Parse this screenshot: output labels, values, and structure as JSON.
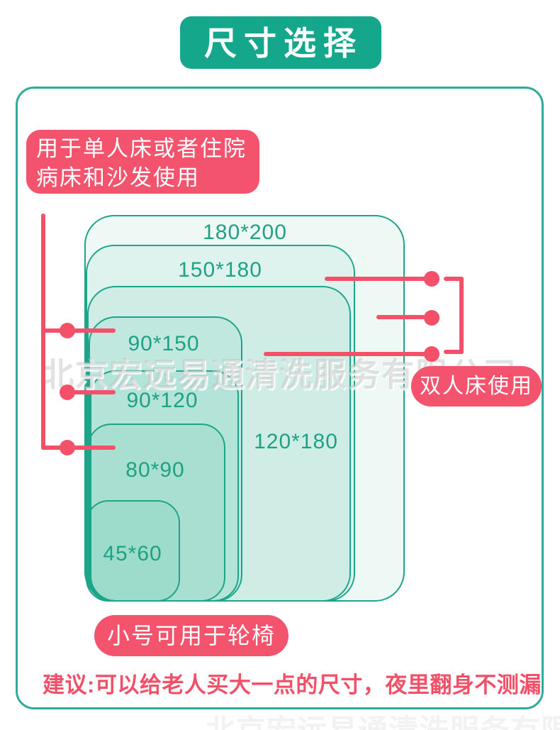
{
  "title": "尺寸选择",
  "sizes": [
    {
      "label": "180*200",
      "width_cm": 180,
      "height_cm": 200
    },
    {
      "label": "150*180",
      "width_cm": 150,
      "height_cm": 180
    },
    {
      "label": "120*180",
      "width_cm": 120,
      "height_cm": 180
    },
    {
      "label": "90*150",
      "width_cm": 90,
      "height_cm": 150
    },
    {
      "label": "90*120",
      "width_cm": 90,
      "height_cm": 120
    },
    {
      "label": "80*90",
      "width_cm": 80,
      "height_cm": 90
    },
    {
      "label": "45*60",
      "width_cm": 45,
      "height_cm": 60
    }
  ],
  "labels": {
    "single_bed_line1": "用于单人床或者住院",
    "single_bed_line2": "病床和沙发使用",
    "double_bed": "双人床使用",
    "wheelchair": "小号可用于轮椅",
    "advice": "建议:可以给老人买大一点的尺寸，夜里翻身不测漏"
  },
  "watermark": "北京宏远易通清洗服务有限公司",
  "colors": {
    "teal_badge": "#14a78c",
    "teal_border": "#1da58a",
    "teal_text": "#1fa185",
    "panel_border": "#2faa9b",
    "mint_fill": "rgba(31,170,140,0.075)",
    "pink": "#f4536d",
    "advice_pink": "#f25069"
  }
}
